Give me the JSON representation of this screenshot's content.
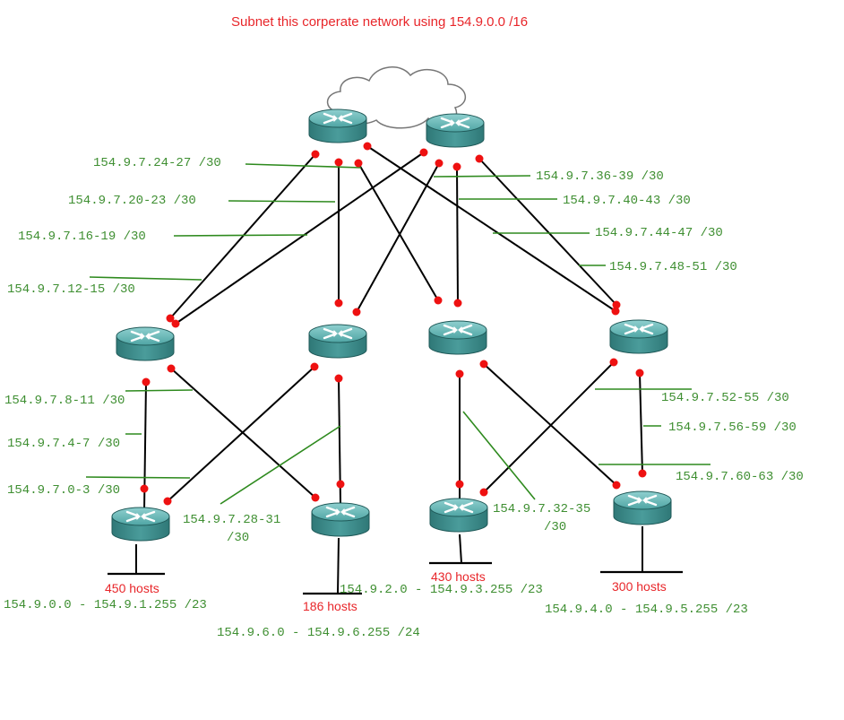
{
  "title": "Subnet this corperate network using 154.9.0.0 /16",
  "colors": {
    "label_text": "#3f8f32",
    "leader": "#2e8a1e",
    "accent_text": "#e8262a",
    "router_body": "#3c8d8c",
    "port_dot": "#ee1111"
  },
  "icons": {
    "router": "router-icon",
    "cloud": "cloud-icon"
  },
  "subnets": {
    "s24": "154.9.7.24-27 /30",
    "s20": "154.9.7.20-23 /30",
    "s16": "154.9.7.16-19 /30",
    "s12": "154.9.7.12-15 /30",
    "s36": "154.9.7.36-39 /30",
    "s40": "154.9.7.40-43 /30",
    "s44": "154.9.7.44-47 /30",
    "s48": "154.9.7.48-51 /30",
    "s8": "154.9.7.8-11 /30",
    "s4": "154.9.7.4-7 /30",
    "s0": "154.9.7.0-3 /30",
    "s28_a": "154.9.7.28-31",
    "s28_b": "/30",
    "s32_a": "154.9.7.32-35",
    "s32_b": "/30",
    "s52": "154.9.7.52-55 /30",
    "s56": "154.9.7.56-59 /30",
    "s60": "154.9.7.60-63 /30"
  },
  "lans": [
    {
      "hosts": "450 hosts",
      "range": "154.9.0.0 - 154.9.1.255 /23"
    },
    {
      "hosts": "186 hosts",
      "range": "154.9.6.0 - 154.9.6.255 /24"
    },
    {
      "hosts": "430 hosts",
      "range": "154.9.2.0 - 154.9.3.255 /23"
    },
    {
      "hosts": "300 hosts",
      "range": "154.9.4.0 - 154.9.5.255 /23"
    }
  ]
}
